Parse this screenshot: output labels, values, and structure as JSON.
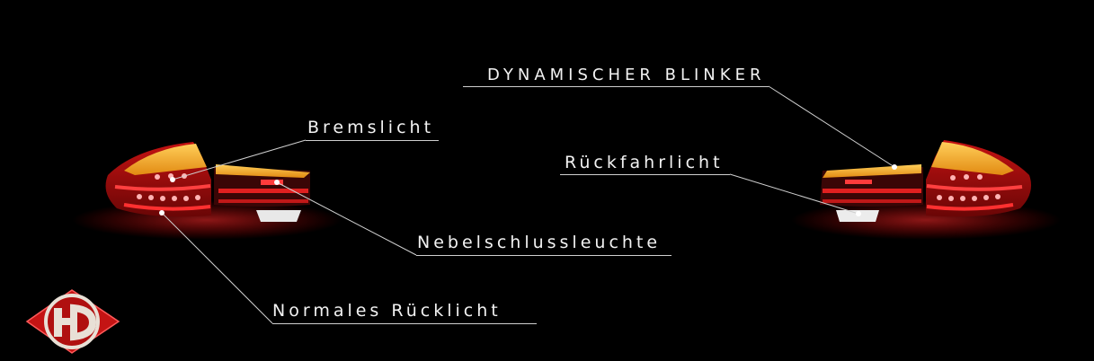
{
  "labels": {
    "bremslicht": "Bremslicht",
    "normales_ruecklicht": "Normales Rücklicht",
    "nebelschlussleuchte": "Nebelschlussleuchte",
    "dynamischer_blinker": "DYNAMISCHER BLINKER",
    "rueckfahrlicht": "Rückfahrlicht"
  },
  "logo": {
    "text": "HD"
  },
  "colors": {
    "background": "#000000",
    "amber": "#f2a21e",
    "red": "#d11a1a",
    "white_light": "#ffffff",
    "logo_red": "#d01818"
  }
}
